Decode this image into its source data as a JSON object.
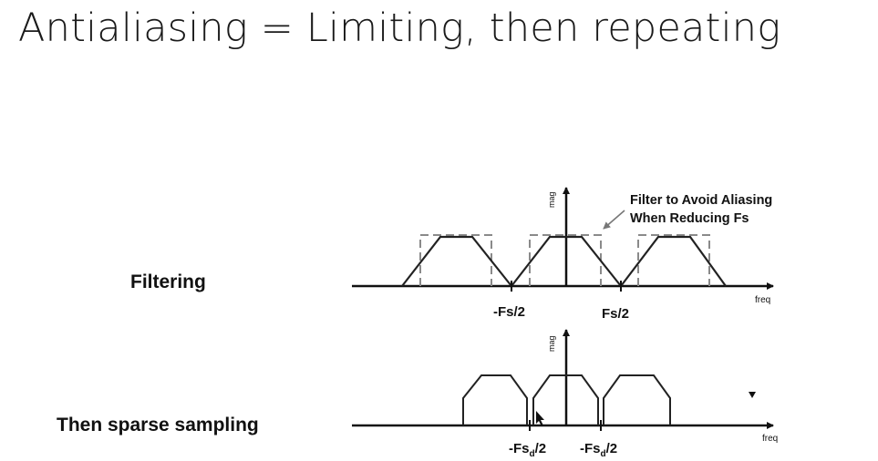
{
  "slide": {
    "title": "Antialiasing = Limiting, then repeating"
  },
  "filtering": {
    "row_label": "Filtering",
    "axis_y_label": "mag",
    "axis_x_label": "freq",
    "annotation_line1": "Filter to Avoid Aliasing",
    "annotation_line2": "When Reducing Fs",
    "tick_left": "-Fs/2",
    "tick_right": "Fs/2"
  },
  "sparse": {
    "row_label": "Then sparse sampling",
    "axis_y_label": "mag",
    "axis_x_label": "freq",
    "tick_left_base": "-Fs",
    "tick_left_sub": "d",
    "tick_left_tail": "/2",
    "tick_right_base": "-Fs",
    "tick_right_sub": "d",
    "tick_right_tail": "/2"
  }
}
